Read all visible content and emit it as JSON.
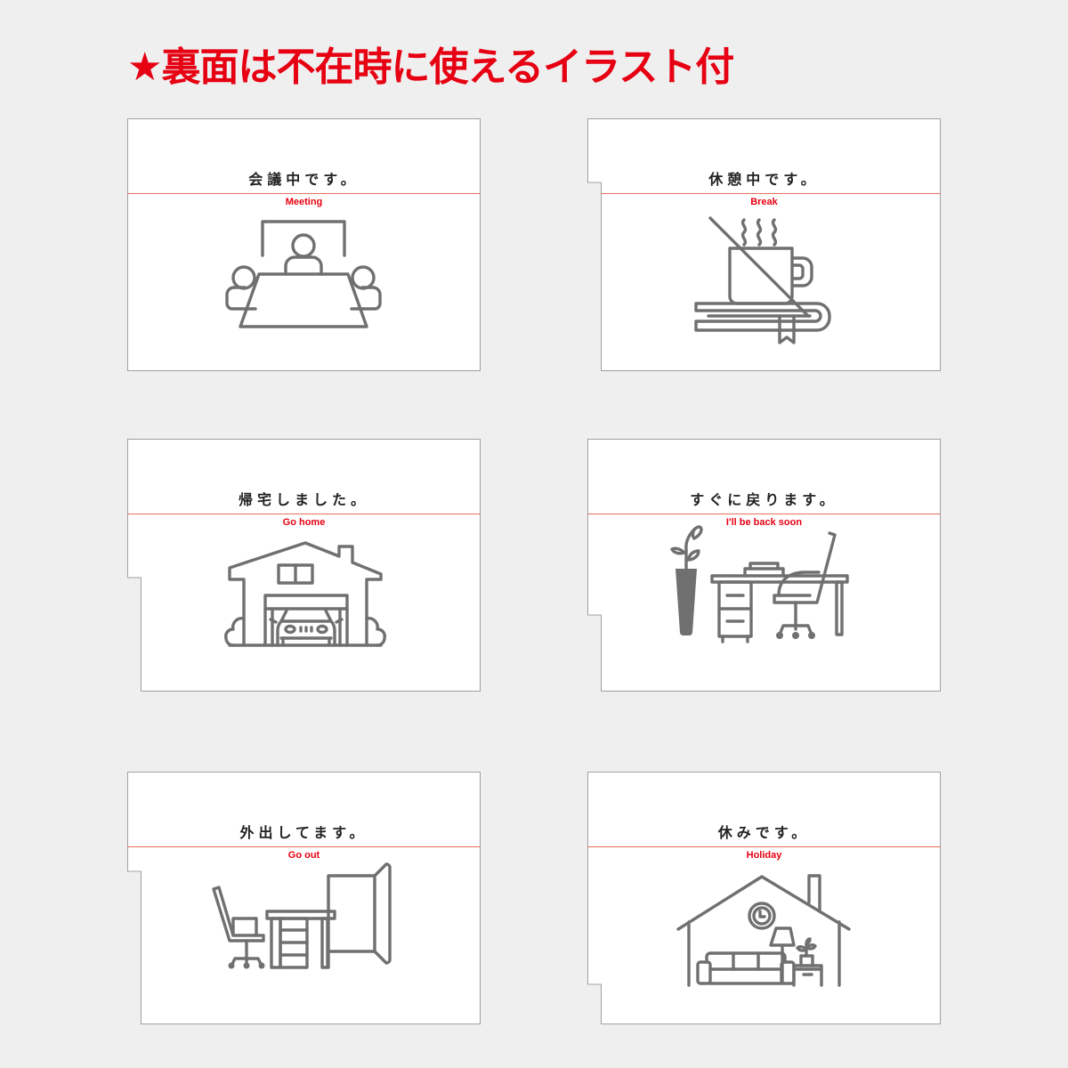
{
  "headline": "★裏面は不在時に使えるイラスト付",
  "colors": {
    "background": "#efefef",
    "accent_red": "#e60012",
    "rule_line": "#e8715a",
    "icon_gray": "#707070",
    "card_border": "#a0a0a0"
  },
  "cards": [
    {
      "title_jp": "会議中です。",
      "label_en": "Meeting",
      "icon": "meeting-icon"
    },
    {
      "title_jp": "休憩中です。",
      "label_en": "Break",
      "icon": "coffee-break-icon"
    },
    {
      "title_jp": "帰宅しました。",
      "label_en": "Go home",
      "icon": "house-garage-icon"
    },
    {
      "title_jp": "すぐに戻ります。",
      "label_en": "I'll be back soon",
      "icon": "desk-chair-plant-icon"
    },
    {
      "title_jp": "外出してます。",
      "label_en": "Go out",
      "icon": "office-door-icon"
    },
    {
      "title_jp": "休みです。",
      "label_en": "Holiday",
      "icon": "home-living-room-icon"
    }
  ]
}
